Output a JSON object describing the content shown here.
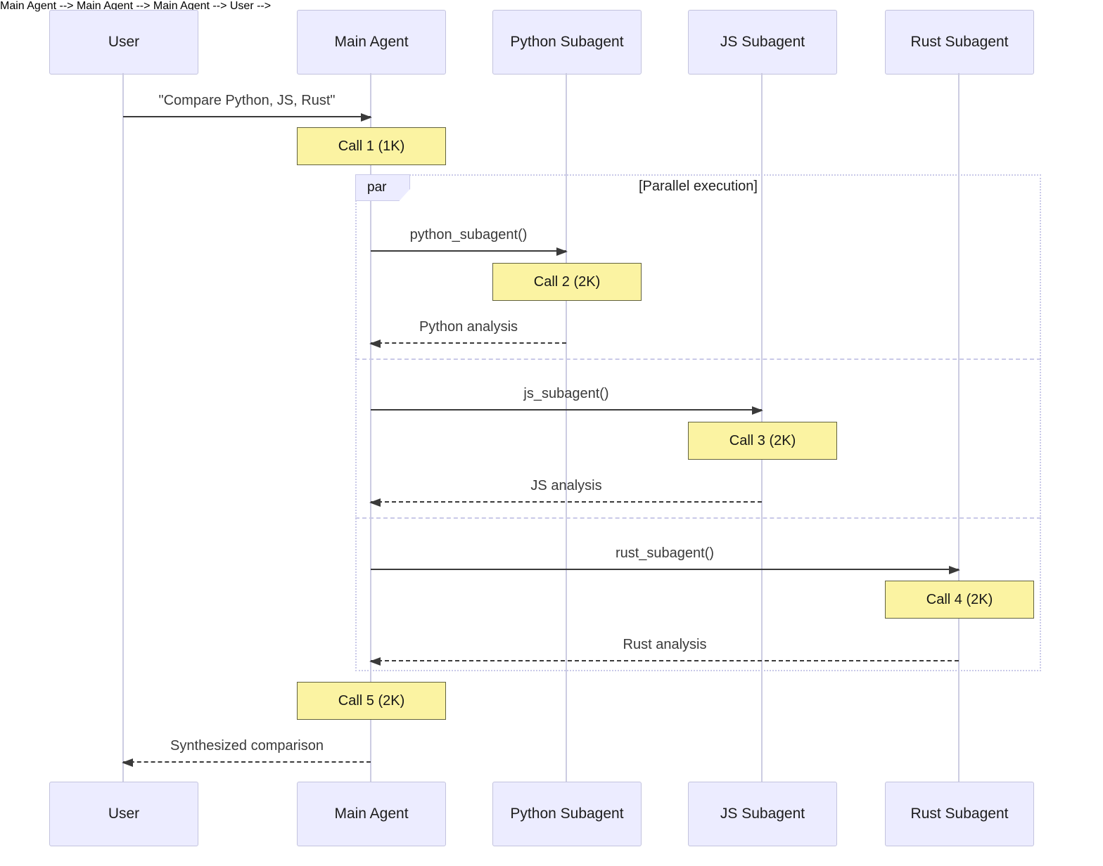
{
  "diagram": {
    "type": "sequence-diagram",
    "colors": {
      "actor_fill": "#ECECFF",
      "actor_border": "#C3C3DE",
      "lifeline": "#CCCCE2",
      "note_fill": "#FBF3A2",
      "note_border": "#62623E",
      "frame_border": "#C9C9E8",
      "arrow": "#3A3A3A",
      "background": "#FFFFFF"
    }
  },
  "actors": [
    {
      "id": "user",
      "label": "User"
    },
    {
      "id": "main-agent",
      "label": "Main Agent"
    },
    {
      "id": "python-subagent",
      "label": "Python Subagent"
    },
    {
      "id": "js-subagent",
      "label": "JS Subagent"
    },
    {
      "id": "rust-subagent",
      "label": "Rust Subagent"
    }
  ],
  "par_block": {
    "label": "par",
    "title": "[Parallel execution]"
  },
  "messages": [
    {
      "from": "User",
      "to": "Main Agent",
      "text": "\"Compare Python, JS, Rust\"",
      "style": "solid"
    },
    {
      "from": "Main Agent",
      "to": "Python Subagent",
      "text": "python_subagent()",
      "style": "solid"
    },
    {
      "from": "Python Subagent",
      "to": "Main Agent",
      "text": "Python analysis",
      "style": "dashed"
    },
    {
      "from": "Main Agent",
      "to": "JS Subagent",
      "text": "js_subagent()",
      "style": "solid"
    },
    {
      "from": "JS Subagent",
      "to": "Main Agent",
      "text": "JS analysis",
      "style": "dashed"
    },
    {
      "from": "Main Agent",
      "to": "Rust Subagent",
      "text": "rust_subagent()",
      "style": "solid"
    },
    {
      "from": "Rust Subagent",
      "to": "Main Agent",
      "text": "Rust analysis",
      "style": "dashed"
    },
    {
      "from": "Main Agent",
      "to": "User",
      "text": "Synthesized comparison",
      "style": "dashed"
    }
  ],
  "notes": [
    {
      "over": "Main Agent",
      "text": "Call 1 (1K)"
    },
    {
      "over": "Python Subagent",
      "text": "Call 2 (2K)"
    },
    {
      "over": "JS Subagent",
      "text": "Call 3 (2K)"
    },
    {
      "over": "Rust Subagent",
      "text": "Call 4 (2K)"
    },
    {
      "over": "Main Agent",
      "text": "Call 5 (2K)"
    }
  ]
}
